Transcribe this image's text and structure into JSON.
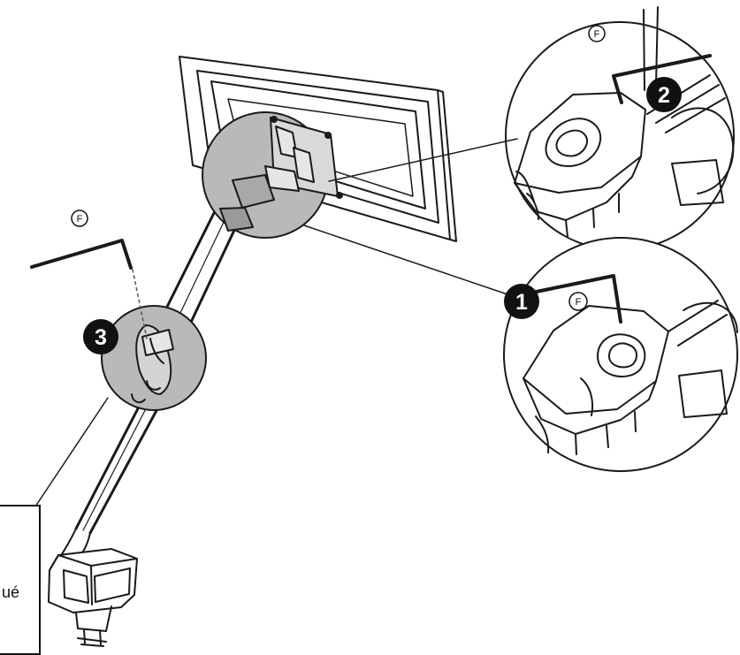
{
  "steps": [
    {
      "number": "1",
      "tool": "F"
    },
    {
      "number": "2",
      "tool": "F"
    },
    {
      "number": "3",
      "tool": "F"
    }
  ],
  "callout_box": {
    "text": "ué"
  },
  "colors": {
    "line": "#1a1a1a",
    "zoom_fill": "#b9b9b9",
    "step_marker": "#111111",
    "detail_fill": "#ffffff"
  }
}
